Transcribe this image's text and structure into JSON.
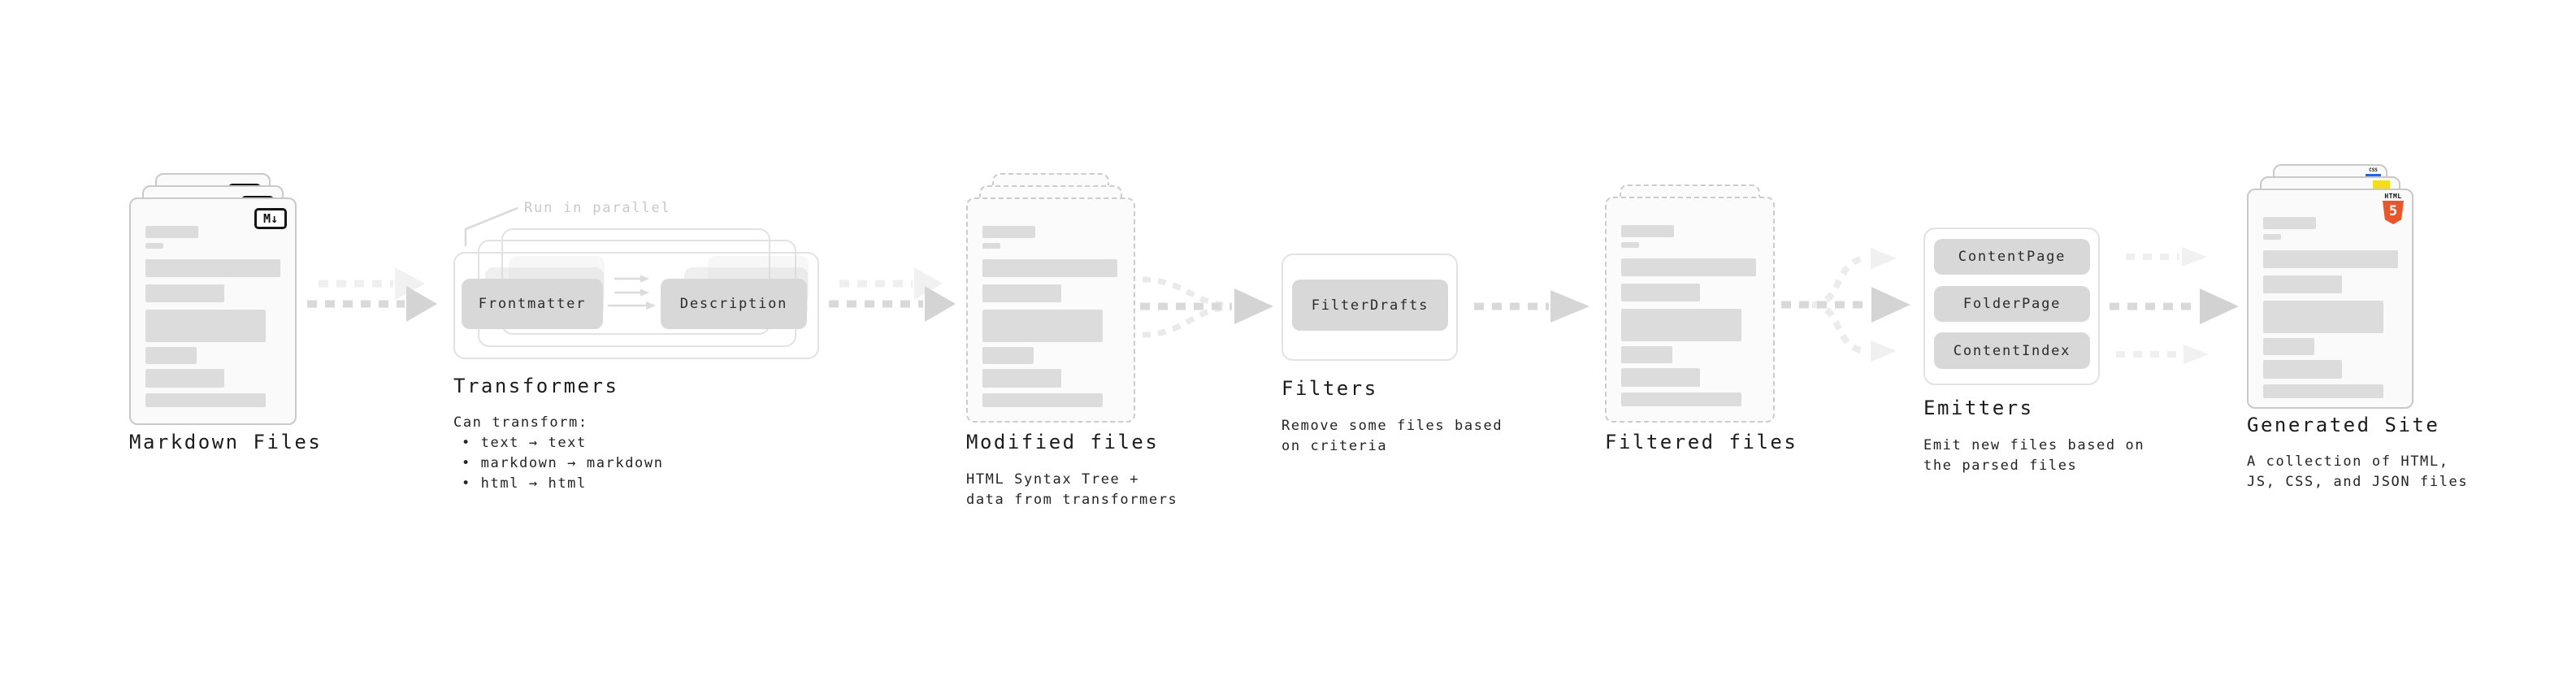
{
  "diagram": {
    "markdown": {
      "title": "Markdown Files",
      "badge": "M↓"
    },
    "transformers": {
      "annotation": "Run in parallel",
      "step1": "Frontmatter",
      "step2": "Description",
      "title": "Transformers",
      "desc_heading": "Can transform:",
      "bullets": [
        "text → text",
        "markdown → markdown",
        "html → html"
      ]
    },
    "modified": {
      "title": "Modified files",
      "subtitle": "HTML Syntax Tree +\ndata from transformers"
    },
    "filters": {
      "pill": "FilterDrafts",
      "title": "Filters",
      "subtitle": "Remove some files based\non criteria"
    },
    "filtered": {
      "title": "Filtered files"
    },
    "emitters": {
      "pill1": "ContentPage",
      "pill2": "FolderPage",
      "pill3": "ContentIndex",
      "title": "Emitters",
      "subtitle": "Emit new files based on\nthe parsed files"
    },
    "generated": {
      "title": "Generated Site",
      "subtitle": "A collection of HTML,\nJS, CSS, and JSON files",
      "badge_html_label": "HTML",
      "badge_html_number": "5",
      "badge_css": "CSS"
    }
  },
  "colors": {
    "title_text": "#1c1c1c",
    "body_text": "#242424",
    "muted_annotation": "#c9c9c9",
    "card_border": "#c9c9c9",
    "card_bg": "#fafafa",
    "placeholder_bar": "#dcdcdc",
    "pill_bg": "#d8d8d8",
    "arrow_dark": "#d9d9d9",
    "arrow_light": "#efefef",
    "html5_orange": "#e8562b",
    "js_yellow": "#f5de19",
    "css_blue": "#2563eb"
  }
}
